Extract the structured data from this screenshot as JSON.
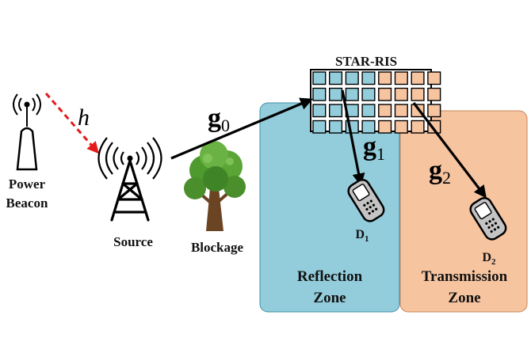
{
  "labels": {
    "power_beacon_line1": "Power",
    "power_beacon_line2": "Beacon",
    "source": "Source",
    "blockage": "Blockage",
    "star_ris": "STAR-RIS",
    "reflection_line1": "Reflection",
    "reflection_line2": "Zone",
    "transmission_line1": "Transmission",
    "transmission_line2": "Zone",
    "d1_base": "D",
    "d1_sub": "1",
    "d2_base": "D",
    "d2_sub": "2"
  },
  "channels": {
    "h": "h",
    "g0_base": "g",
    "g0_sub": "0",
    "g1_base": "g",
    "g1_sub": "1",
    "g2_base": "g",
    "g2_sub": "2"
  },
  "colors": {
    "reflection_zone": "#93cddc",
    "transmission_zone": "#f7c4a0",
    "ris_reflect_element": "#93cddc",
    "ris_transmit_element": "#f7c4a0",
    "energy_link": "#e41a1c",
    "signal_link": "#000000",
    "tree_foliage": "#4f9a2e",
    "tree_trunk": "#6b4423"
  },
  "icons": {
    "beacon": "power-beacon-tower-icon",
    "source": "source-antenna-tower-icon",
    "blockage": "tree-icon",
    "device": "phone-icon"
  }
}
